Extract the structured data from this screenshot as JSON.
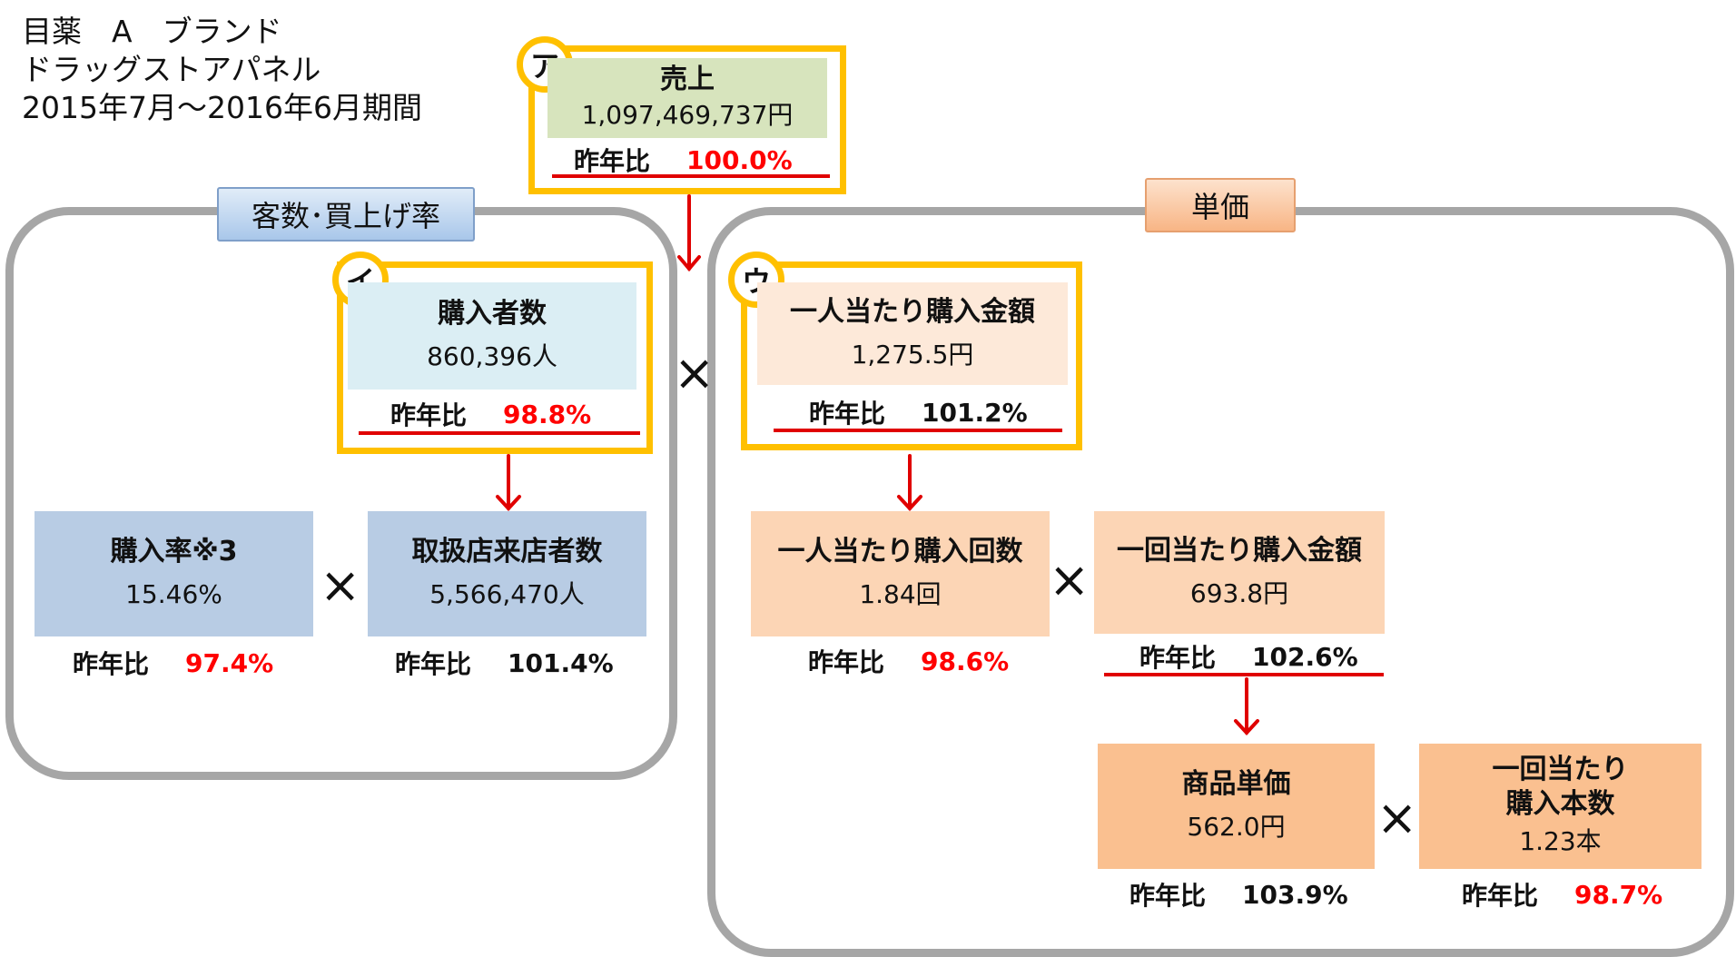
{
  "header": {
    "line1": "目薬　A　ブランド",
    "line2": "ドラッグストアパネル",
    "line3": "2015年7月～2016年6月期間"
  },
  "groups": {
    "left_label": "客数･買上げ率",
    "right_label": "単価"
  },
  "yoy_label": "昨年比",
  "operator": "×",
  "badges": {
    "a": "ア",
    "i": "イ",
    "u": "ウ"
  },
  "nodes": {
    "sales": {
      "title": "売上",
      "value": "1,097,469,737円",
      "yoy": "100.0%",
      "yoy_color": "#ff0000"
    },
    "buyers": {
      "title": "購入者数",
      "value": "860,396人",
      "yoy": "98.8%",
      "yoy_color": "#ff0000"
    },
    "purchase_rate": {
      "title": "購入率※3",
      "value": "15.46%",
      "yoy": "97.4%",
      "yoy_color": "#ff0000"
    },
    "store_visitors": {
      "title": "取扱店来店者数",
      "value": "5,566,470人",
      "yoy": "101.4%",
      "yoy_color": "#111111"
    },
    "amount_per_person": {
      "title": "一人当たり購入金額",
      "value": "1,275.5円",
      "yoy": "101.2%",
      "yoy_color": "#111111"
    },
    "times_per_person": {
      "title": "一人当たり購入回数",
      "value": "1.84回",
      "yoy": "98.6%",
      "yoy_color": "#ff0000"
    },
    "amount_per_time": {
      "title": "一回当たり購入金額",
      "value": "693.8円",
      "yoy": "102.6%",
      "yoy_color": "#111111"
    },
    "unit_price": {
      "title": "商品単価",
      "value": "562.0円",
      "yoy": "103.9%",
      "yoy_color": "#111111"
    },
    "units_per_time": {
      "title_line1": "一回当たり",
      "title_line2": "購入本数",
      "value": "1.23本",
      "yoy": "98.7%",
      "yoy_color": "#ff0000"
    }
  },
  "colors": {
    "frame": "#ffc000",
    "arrow": "#e00000",
    "panel_border": "#a6a6a6"
  }
}
